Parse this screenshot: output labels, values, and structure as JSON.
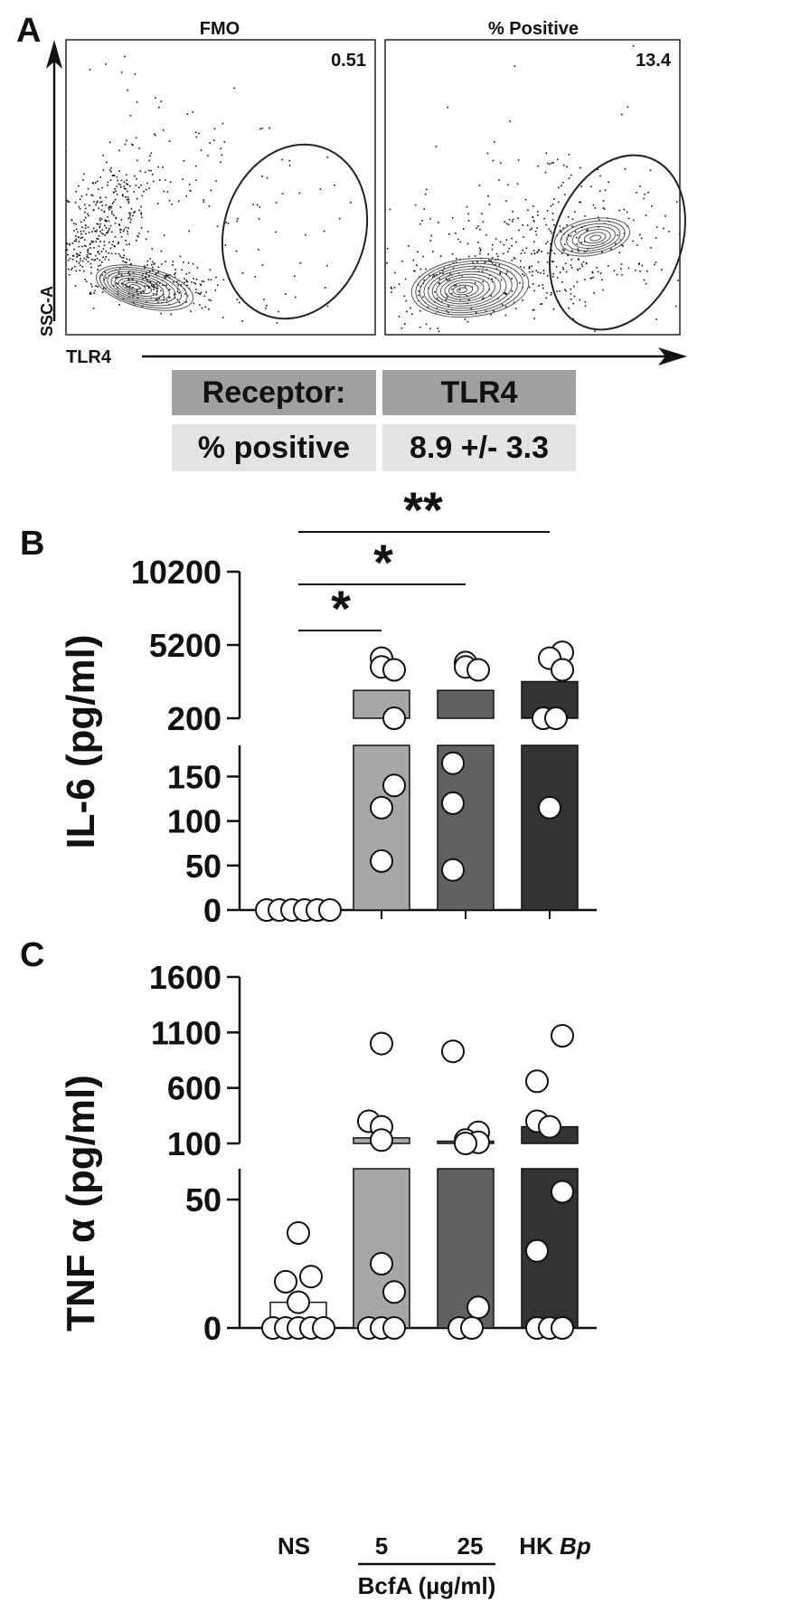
{
  "panel_letters": {
    "a": "A",
    "b": "B",
    "c": "C"
  },
  "flow": {
    "fmo": {
      "title": "FMO",
      "value": "0.51"
    },
    "positive": {
      "title": "% Positive",
      "value": "13.4"
    },
    "y_axis": "SSC-A",
    "x_axis": "TLR4"
  },
  "receptor_table": {
    "rows": [
      {
        "label": "Receptor:",
        "value": "TLR4"
      },
      {
        "label": "% positive",
        "value": "8.9 +/- 3.3"
      }
    ]
  },
  "colors": {
    "NS": "#ffffff",
    "BcfA_5": "#a7a7aa",
    "BcfA_25": "#616163",
    "HK_Bp": "#333333",
    "table_header": "#a0a0a0",
    "table_row": "#e4e4e4"
  },
  "chart_data": [
    {
      "type": "bar",
      "panel": "B",
      "ylabel": "IL-6 (pg/ml)",
      "categories": [
        "NS",
        "5",
        "25",
        "HK Bp"
      ],
      "axis_break": {
        "lower_ticks": [
          0,
          50,
          100,
          150
        ],
        "upper_ticks": [
          200,
          5200,
          10200
        ]
      },
      "means": [
        0,
        2100,
        2100,
        2700
      ],
      "points": [
        [
          0,
          0,
          0,
          0,
          0,
          0
        ],
        [
          4300,
          3700,
          3500,
          200,
          140,
          115,
          55
        ],
        [
          4000,
          3700,
          3500,
          165,
          120,
          45
        ],
        [
          4700,
          4300,
          3500,
          200,
          200,
          115
        ]
      ],
      "significance": [
        {
          "from": "NS",
          "to": "5",
          "label": "*"
        },
        {
          "from": "NS",
          "to": "25",
          "label": "*"
        },
        {
          "from": "NS",
          "to": "HK Bp",
          "label": "**"
        }
      ]
    },
    {
      "type": "bar",
      "panel": "C",
      "ylabel": "TNF α (pg/ml)",
      "categories": [
        "NS",
        "5",
        "25",
        "HK Bp"
      ],
      "xlabel": "BcfA (µg/ml)",
      "axis_break": {
        "lower_ticks": [
          0,
          50
        ],
        "upper_ticks": [
          100,
          600,
          1100,
          1600
        ]
      },
      "means": [
        10,
        150,
        120,
        250
      ],
      "points": [
        [
          0,
          0,
          0,
          0,
          0,
          10,
          18,
          20,
          37
        ],
        [
          1000,
          300,
          250,
          130,
          25,
          14,
          0,
          0,
          0
        ],
        [
          930,
          200,
          130,
          110,
          85,
          8,
          0,
          0
        ],
        [
          1070,
          660,
          300,
          250,
          53,
          30,
          0,
          0,
          0
        ]
      ]
    }
  ],
  "x_labels": {
    "ns": "NS",
    "c5": "5",
    "c25": "25",
    "hk": "HK ",
    "bp": "Bp",
    "group": "BcfA (µg/ml)"
  }
}
